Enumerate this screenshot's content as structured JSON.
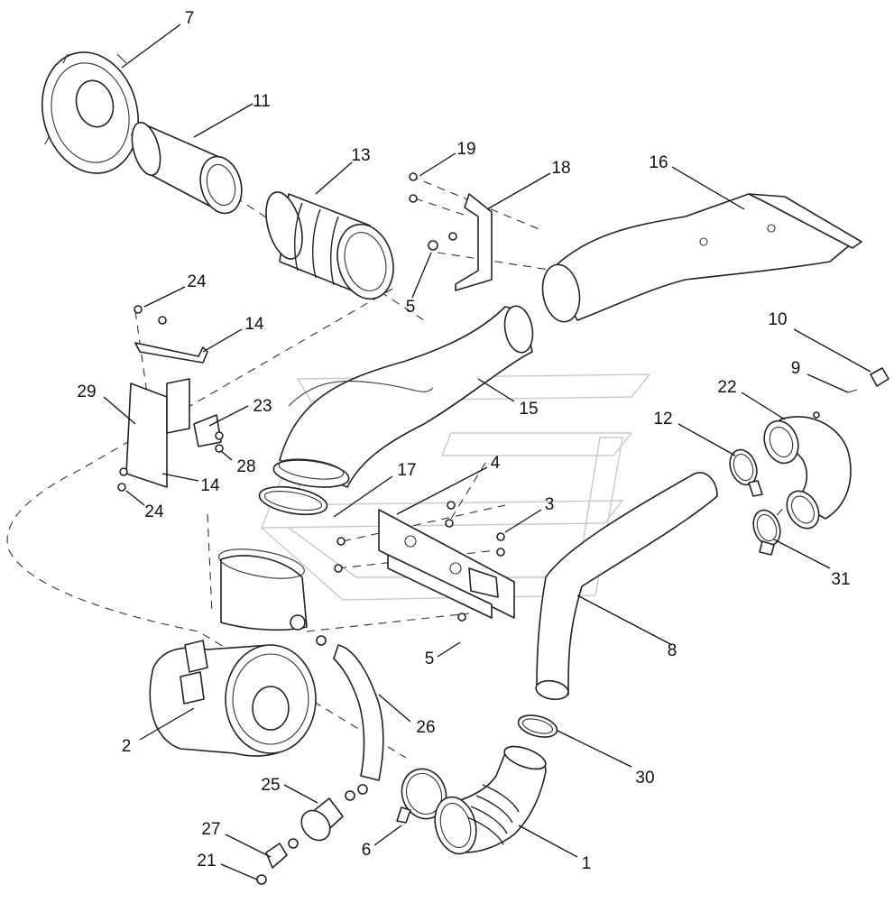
{
  "diagram": {
    "callouts": [
      "1",
      "2",
      "3",
      "4",
      "5",
      "5",
      "6",
      "7",
      "8",
      "9",
      "10",
      "11",
      "12",
      "13",
      "14",
      "14",
      "15",
      "16",
      "17",
      "18",
      "19",
      "21",
      "22",
      "23",
      "24",
      "24",
      "25",
      "26",
      "27",
      "28",
      "29",
      "30",
      "31"
    ]
  }
}
